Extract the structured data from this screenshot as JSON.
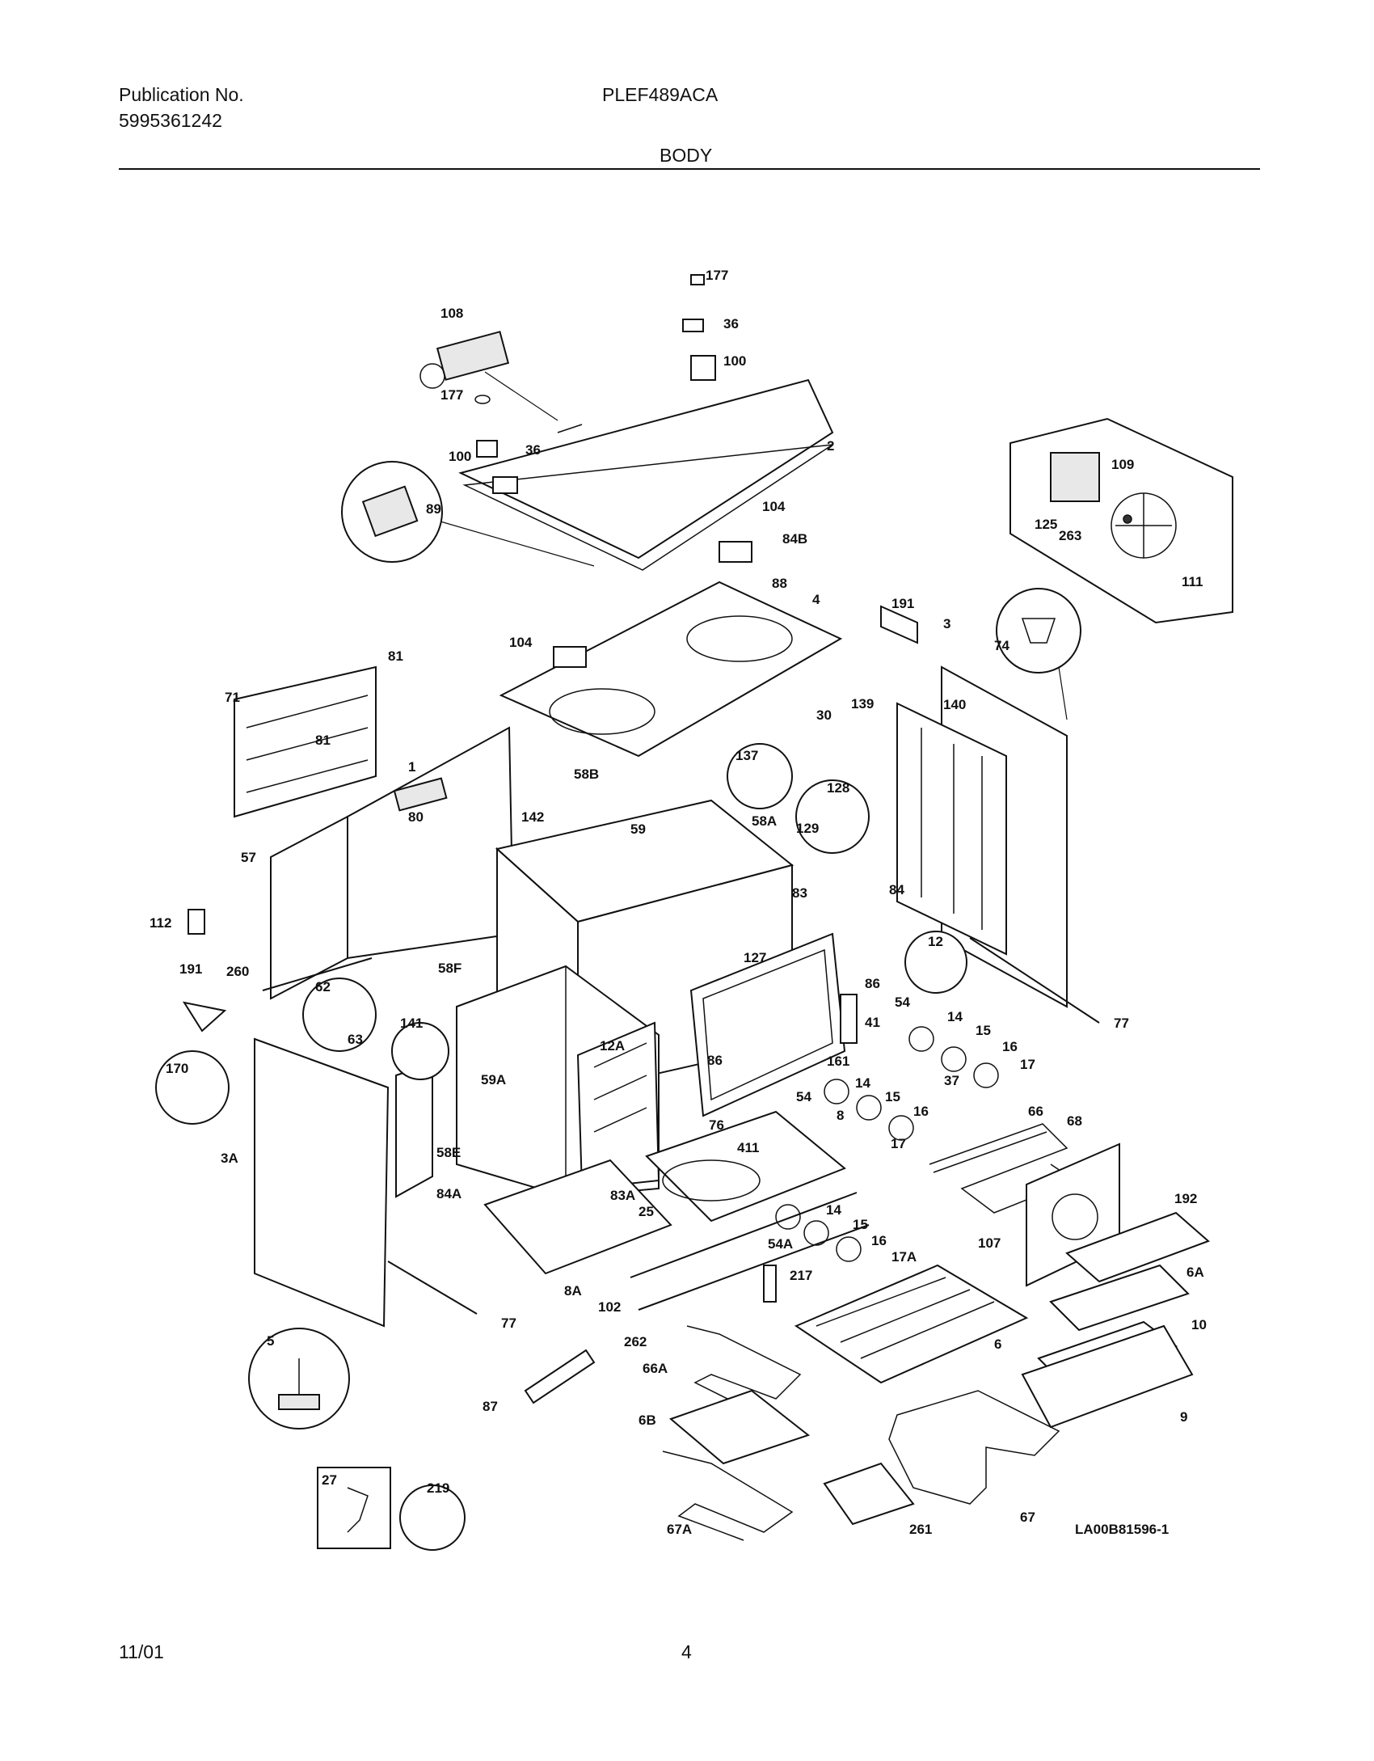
{
  "header": {
    "publication_label": "Publication No.",
    "publication_number": "5995361242",
    "model": "PLEF489ACA",
    "section": "BODY"
  },
  "footer": {
    "date": "11/01",
    "page": "4"
  },
  "diagram": {
    "code": "LA00B81596-1",
    "callouts": [
      "177",
      "36",
      "100",
      "108",
      "177",
      "36",
      "100",
      "2",
      "89",
      "104",
      "84B",
      "88",
      "4",
      "104",
      "191",
      "3",
      "109",
      "125",
      "263",
      "111",
      "74",
      "81",
      "71",
      "81",
      "1",
      "80",
      "58B",
      "142",
      "59",
      "137",
      "128",
      "129",
      "58A",
      "30",
      "139",
      "140",
      "57",
      "112",
      "191",
      "260",
      "58F",
      "62",
      "63",
      "141",
      "59A",
      "58E",
      "170",
      "3A",
      "84A",
      "12A",
      "127",
      "83",
      "86",
      "86",
      "41",
      "84",
      "12",
      "54",
      "14",
      "15",
      "16",
      "17",
      "37",
      "161",
      "54",
      "14",
      "15",
      "16",
      "17",
      "66",
      "68",
      "192",
      "107",
      "6A",
      "8",
      "76",
      "411",
      "83A",
      "25",
      "54A",
      "14",
      "15",
      "16",
      "17A",
      "217",
      "8A",
      "102",
      "262",
      "77",
      "77",
      "5",
      "87",
      "66A",
      "6",
      "10",
      "9",
      "6B",
      "67A",
      "261",
      "67",
      "27",
      "219"
    ]
  }
}
